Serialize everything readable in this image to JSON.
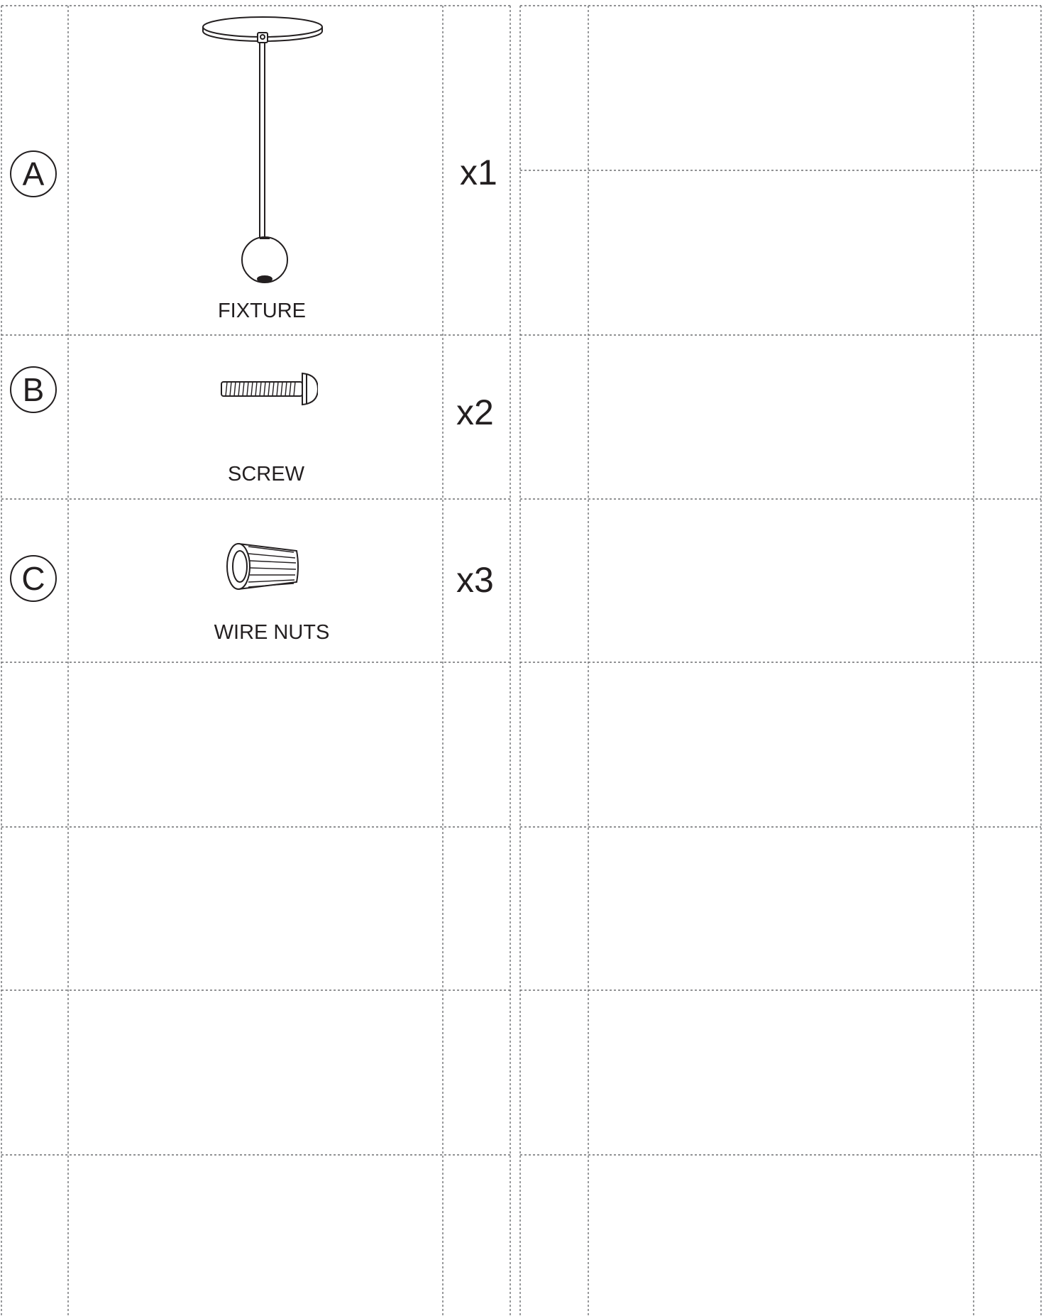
{
  "parts": [
    {
      "letter": "A",
      "name": "FIXTURE",
      "qty": "x1",
      "icon": "pendant-fixture-icon"
    },
    {
      "letter": "B",
      "name": "SCREW",
      "qty": "x2",
      "icon": "screw-icon"
    },
    {
      "letter": "C",
      "name": "WIRE NUTS",
      "qty": "x3",
      "icon": "wire-nut-icon"
    }
  ]
}
